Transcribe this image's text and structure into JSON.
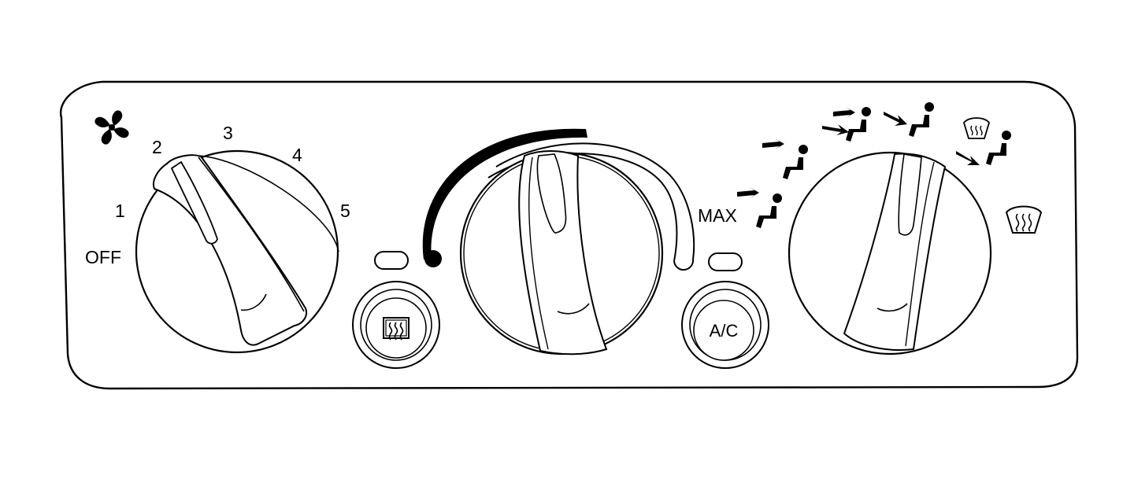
{
  "panel": {
    "name": "HVAC climate control panel"
  },
  "fan": {
    "icon": "fan-icon",
    "speed_labels": {
      "off": "OFF",
      "s1": "1",
      "s2": "2",
      "s3": "3",
      "s4": "4",
      "s5": "5"
    }
  },
  "temperature": {
    "icon": "temperature-arc-icon"
  },
  "rear_defrost_button": {
    "icon": "rear-defrost-icon"
  },
  "ac_button": {
    "label": "A/C"
  },
  "mode": {
    "max_label": "MAX",
    "positions_icons": [
      "max-vent-icon",
      "vent-icon",
      "bi-level-icon",
      "floor-icon",
      "floor-defrost-icon",
      "defrost-icon"
    ]
  },
  "colors": {
    "line": "#000000",
    "background": "#ffffff"
  }
}
